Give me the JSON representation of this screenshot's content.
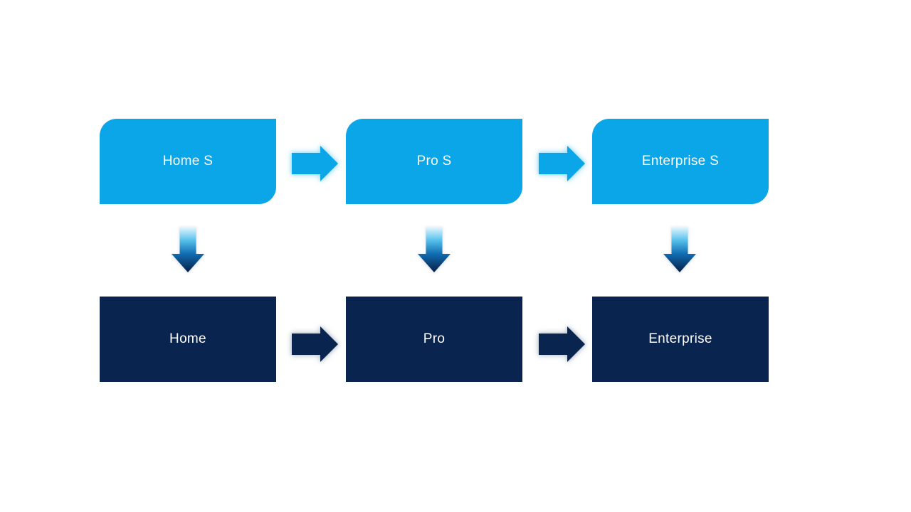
{
  "slide": {
    "columns": [
      {
        "top_label": "Home S",
        "bottom_label": "Home"
      },
      {
        "top_label": "Pro S",
        "bottom_label": "Pro"
      },
      {
        "top_label": "Enterprise S",
        "bottom_label": "Enterprise"
      }
    ],
    "colors": {
      "background": "#ffffff",
      "top_box_fill": "#0ba6e7",
      "bottom_box_fill": "#0a2450",
      "top_arrow_glow": "#9fdef7",
      "bottom_arrow_glow": "#bdc7d2",
      "down_arrow_top": "#e8f8fe",
      "down_arrow_mid1": "#55bfeb",
      "down_arrow_mid2": "#0f6bb0",
      "down_arrow_bottom": "#081f46",
      "label_text": "#ffffff"
    }
  }
}
